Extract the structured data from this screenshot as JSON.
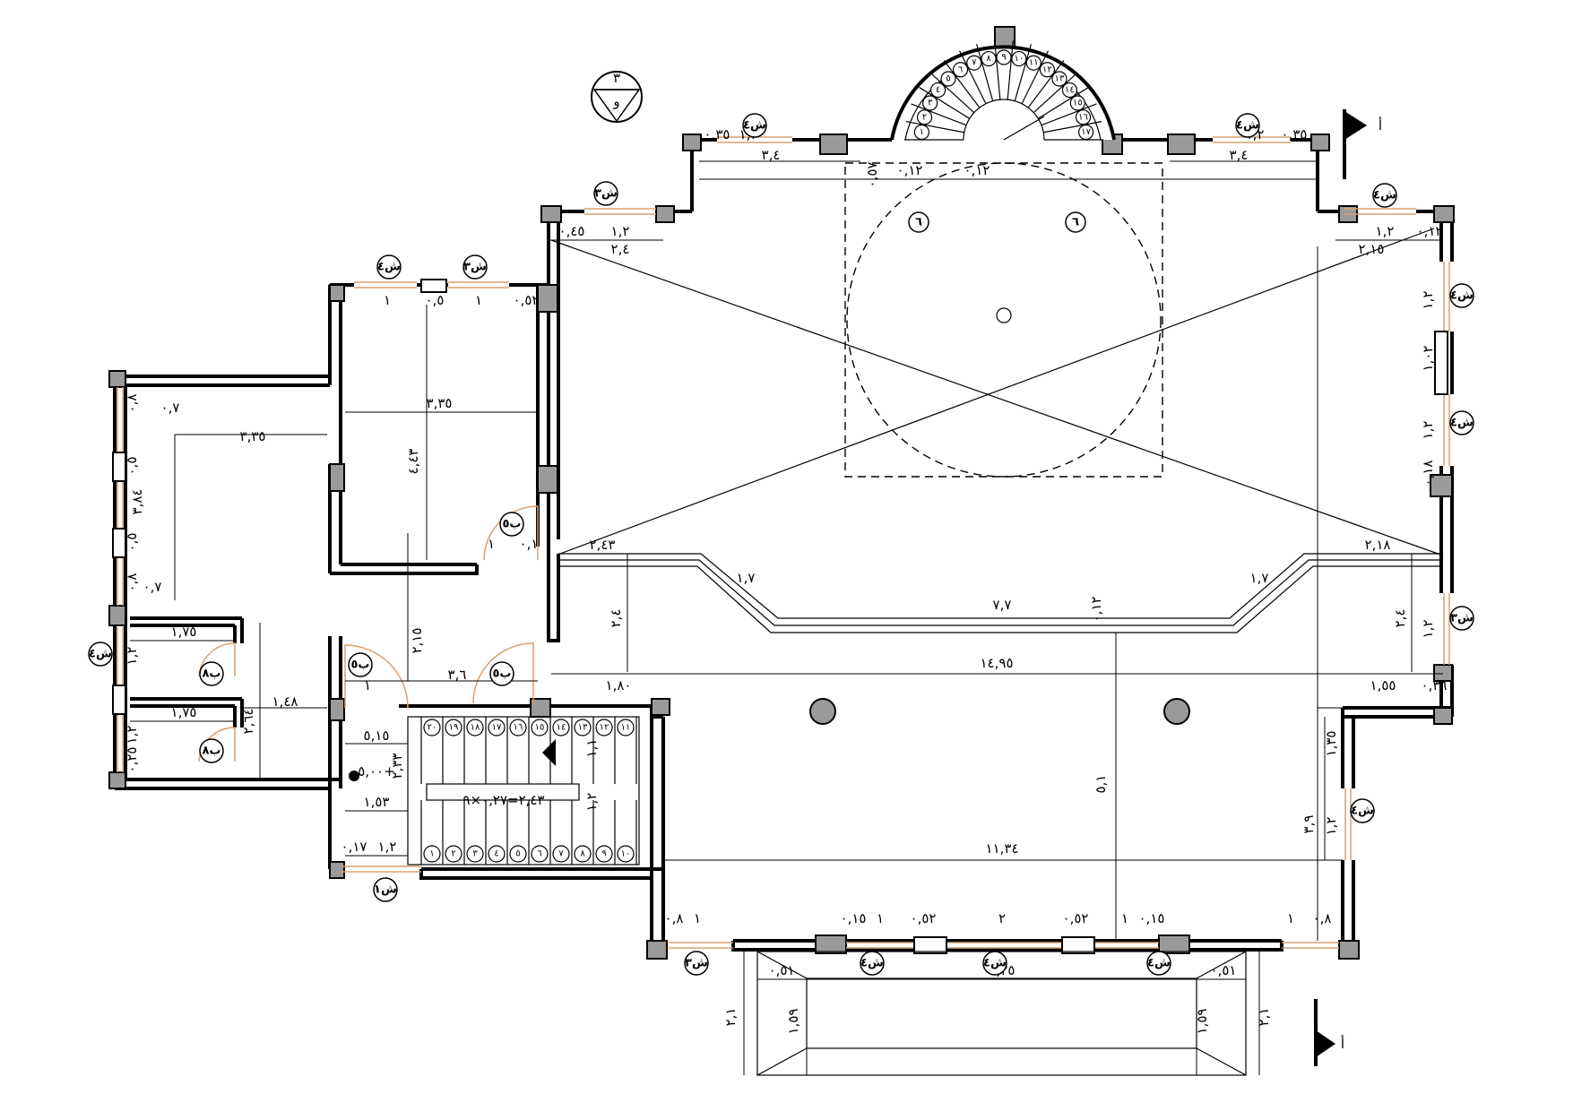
{
  "section_mark": "أ",
  "sheet_ref": {
    "top": "٣",
    "bottom": "و"
  },
  "window_tags": [
    "ش٤",
    "ش٣",
    "ش٤",
    "ش٣",
    "ش٤",
    "ش٤",
    "ش٤",
    "ش٤",
    "ش٣",
    "ش٤",
    "ش٤",
    "ش٤",
    "ش٤",
    "ش٣",
    "ش٤",
    "ش١"
  ],
  "door_tags": [
    "ب٥",
    "ب٥",
    "ب٥",
    "ب٨",
    "ب٨"
  ],
  "room_tags": [
    "٦",
    "٦"
  ],
  "level_mark": "٥,٠٠+",
  "stair_note": "٢,٤٣=٠,٢٧×٩",
  "stair_steps_top": [
    "٢٠",
    "١٩",
    "١٨",
    "١٧",
    "١٦",
    "١٥",
    "١٤",
    "١٣",
    "١٢",
    "١١"
  ],
  "stair_steps_bottom": [
    "١",
    "٢",
    "٣",
    "٤",
    "٥",
    "٦",
    "٧",
    "٨",
    "٩",
    "١٠"
  ],
  "spiral_steps": [
    "١",
    "٢",
    "٣",
    "٤",
    "٥",
    "٦",
    "٧",
    "٨",
    "٩",
    "١٠",
    "١١",
    "١٢",
    "١٣",
    "١٤",
    "١٥",
    "١٦",
    "١٧"
  ],
  "dims": {
    "main_length": "١٤,٩٥",
    "lower_length": "١١,٣٤",
    "balcony_width": "٧,٢٥",
    "recess": "٧,٧",
    "height_5_1": "٥,١",
    "room_w": "٣,٣٥",
    "room_h": "٤,٤٣",
    "side_w": "٣,٣٥",
    "side_h": "٣,٨٤",
    "corr": "٣,٦",
    "d_2_15": "٢,١٥",
    "d_1_48": "١,٤٨",
    "d_2_64": "٢,٦٤",
    "d_5_15": "٥,١٥",
    "d_2_33": "٢,٣٣",
    "d_1_53": "١,٥٣",
    "d_1_2": "١,٢",
    "d_3_4": "٣,٤",
    "d_2_4": "٢,٤",
    "d_2_43": "٢,٤٣",
    "d_2_18": "٢,١٨",
    "d_1_7": "١,٧",
    "d_1_80": "١,٨٠",
    "d_1_55": "١,٥٥",
    "d_1_35": "١,٣٥",
    "d_3_9": "٣,٩",
    "d_1_59": "١,٥٩",
    "d_2_1": "٢,١",
    "d_0_51": "٠,٥١",
    "d_1_75": "١,٧٥",
    "d_1": "١",
    "d_2": "٢",
    "d_0_52": "٠,٥٢",
    "d_0_15": "٠,١٥",
    "d_0_8": "٠,٨",
    "d_0_7": "٠,٧",
    "d_0_5": "٠,٥",
    "d_0_35": "٠,٣٥",
    "d_0_45": "٠,٤٥",
    "d_0_12": "٠,١٢",
    "d_1_02": "١,٠٢",
    "d_0_18": "٠,١٨",
    "d_0_36": "٠,٣٦",
    "d_0_17": "٠,١٧",
    "d_0_57": "٠,٥٧",
    "d_0_1": "٠,١",
    "d_0_25": "٠,٢٥",
    "d_1_1": "١,١"
  }
}
